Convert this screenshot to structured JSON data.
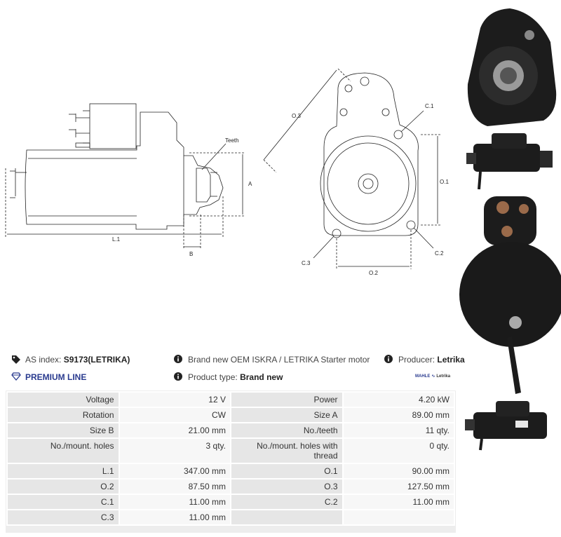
{
  "drawing": {
    "teeth_label": "Teeth",
    "label_a": "A",
    "label_b": "B",
    "label_l1": "L.1",
    "label_o1": "O.1",
    "label_o2": "O.2",
    "label_o3": "O.3",
    "label_c1": "C.1",
    "label_c2": "C.2",
    "label_c3": "C.3"
  },
  "info": {
    "as_index_prefix": "AS index:",
    "as_index_value": "S9173(LETRIKA)",
    "description": "Brand new OEM ISKRA / LETRIKA Starter motor",
    "producer_prefix": "Producer:",
    "producer_value": "Letrika",
    "premium_line": "PREMIUM LINE",
    "product_type_prefix": "Product type:",
    "product_type_value": "Brand new",
    "brand_logo_text_1": "MAHLE",
    "brand_logo_text_2": "Letrika"
  },
  "specs": [
    {
      "l1": "Voltage",
      "v1": "12 V",
      "l2": "Power",
      "v2": "4.20 kW"
    },
    {
      "l1": "Rotation",
      "v1": "CW",
      "l2": "Size A",
      "v2": "89.00 mm"
    },
    {
      "l1": "Size B",
      "v1": "21.00 mm",
      "l2": "No./teeth",
      "v2": "11 qty."
    },
    {
      "l1": "No./mount. holes",
      "v1": "3 qty.",
      "l2": "No./mount. holes with thread",
      "v2": "0 qty."
    },
    {
      "l1": "L.1",
      "v1": "347.00 mm",
      "l2": "O.1",
      "v2": "90.00 mm"
    },
    {
      "l1": "O.2",
      "v1": "87.50 mm",
      "l2": "O.3",
      "v2": "127.50 mm"
    },
    {
      "l1": "C.1",
      "v1": "11.00 mm",
      "l2": "C.2",
      "v2": "11.00 mm"
    },
    {
      "l1": "C.3",
      "v1": "11.00 mm",
      "l2": "",
      "v2": ""
    }
  ]
}
